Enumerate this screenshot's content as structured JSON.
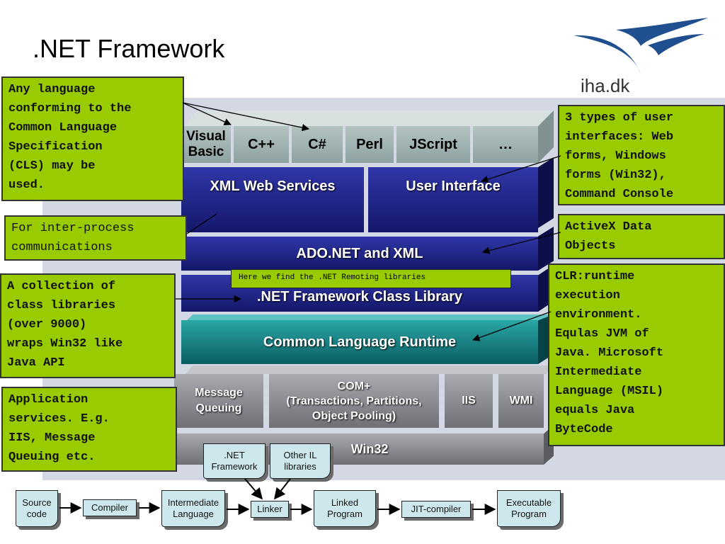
{
  "title": ".NET Framework",
  "logo": {
    "text": "iha.dk",
    "color": "#1f4f8f"
  },
  "colors": {
    "callout": "#99cc00",
    "layer_navy": "#1e2288",
    "layer_teal": "#138a8c",
    "layer_gray": "#8c8e94",
    "flow_box": "#cde8ec"
  },
  "languages": [
    "Visual Basic",
    "C++",
    "C#",
    "Perl",
    "JScript",
    "…"
  ],
  "layers": {
    "xml_web_services": "XML Web Services",
    "user_interface": "User Interface",
    "ado_net": "ADO.NET and XML",
    "class_library": ".NET Framework Class Library",
    "clr": "Common Language Runtime",
    "message_queuing": "Message Queuing",
    "com_plus": "COM+\n(Transactions, Partitions,\nObject Pooling)",
    "iis": "IIS",
    "wmi": "WMI",
    "win32": "Win32"
  },
  "remoting_note": "Here we find the .NET Remoting libraries",
  "callouts": {
    "any_language": "Any language\nconforming to the\nCommon Language\nSpecification\n(CLS) may be\nused.",
    "inter_process": "For inter-process\ncommunications",
    "class_libraries": "A collection of\nclass libraries\n(over 9000)\nwraps Win32 like\nJava API",
    "application_services": "Application\nservices. E.g.\nIIS, Message\nQueuing etc.",
    "ui_types": "3 types of user\ninterfaces: Web\nforms, Windows\nforms (Win32),\nCommand Console",
    "activex": "ActiveX Data\nObjects",
    "clr": "CLR:runtime\nexecution\nenvironment.\nEqulas JVM of\nJava. Microsoft\nIntermediate\nLanguage (MSIL)\nequals Java\nByteCode"
  },
  "flow": {
    "source_code": "Source\ncode",
    "compiler": "Compiler",
    "intermediate_language": "Intermediate\nLanguage",
    "linker": "Linker",
    "linked_program": "Linked\nProgram",
    "jit_compiler": "JIT-compiler",
    "executable_program": "Executable\nProgram",
    "net_framework": ".NET\nFramework",
    "other_il_libraries": "Other IL\nlibraries"
  }
}
